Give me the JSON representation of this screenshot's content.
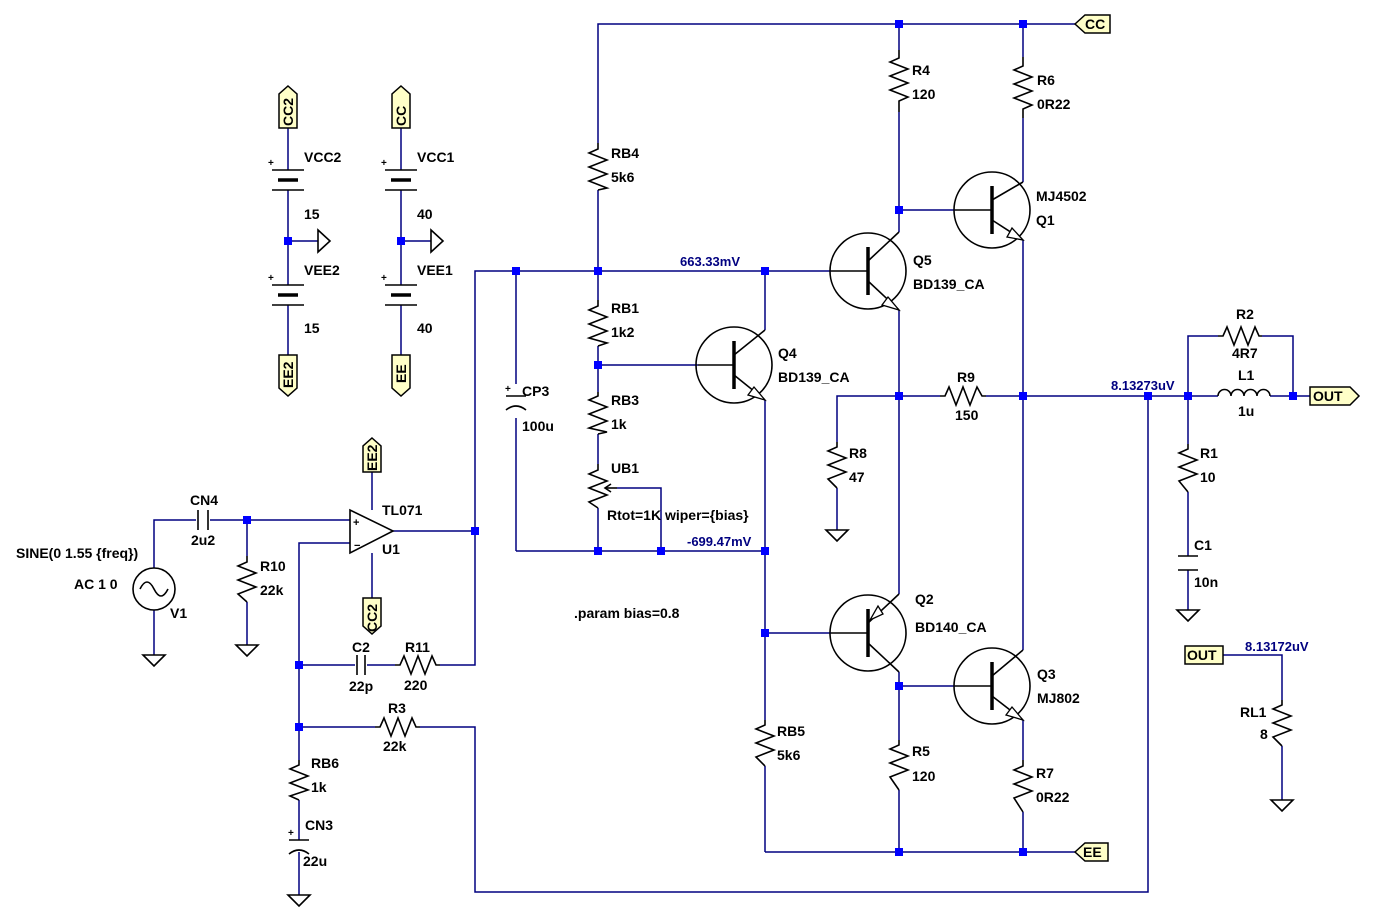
{
  "components": {
    "R4": {
      "name": "R4",
      "value": "120"
    },
    "R6": {
      "name": "R6",
      "value": "0R22"
    },
    "RB4": {
      "name": "RB4",
      "value": "5k6"
    },
    "RB1": {
      "name": "RB1",
      "value": "1k2"
    },
    "RB3": {
      "name": "RB3",
      "value": "1k"
    },
    "UB1": {
      "name": "UB1",
      "value": "Rtot=1K wiper={bias}"
    },
    "CP3": {
      "name": "CP3",
      "value": "100u"
    },
    "Q1": {
      "name": "Q1",
      "model": "MJ4502"
    },
    "Q5": {
      "name": "Q5",
      "model": "BD139_CA"
    },
    "Q4": {
      "name": "Q4",
      "model": "BD139_CA"
    },
    "Q2": {
      "name": "Q2",
      "model": "BD140_CA"
    },
    "Q3": {
      "name": "Q3",
      "model": "MJ802"
    },
    "R2": {
      "name": "R2",
      "value": "4R7"
    },
    "L1": {
      "name": "L1",
      "value": "1u"
    },
    "R9": {
      "name": "R9",
      "value": "150"
    },
    "R8": {
      "name": "R8",
      "value": "47"
    },
    "R1": {
      "name": "R1",
      "value": "10"
    },
    "C1": {
      "name": "C1",
      "value": "10n"
    },
    "RL1": {
      "name": "RL1",
      "value": "8"
    },
    "RB5": {
      "name": "RB5",
      "value": "5k6"
    },
    "R5": {
      "name": "R5",
      "value": "120"
    },
    "R7": {
      "name": "R7",
      "value": "0R22"
    },
    "VCC2": {
      "name": "VCC2",
      "value": "15"
    },
    "VEE2": {
      "name": "VEE2",
      "value": "15"
    },
    "VCC1": {
      "name": "VCC1",
      "value": "40"
    },
    "VEE1": {
      "name": "VEE1",
      "value": "40"
    },
    "CN4": {
      "name": "CN4",
      "value": "2u2"
    },
    "R10": {
      "name": "R10",
      "value": "22k"
    },
    "U1": {
      "name": "U1",
      "model": "TL071"
    },
    "C2": {
      "name": "C2",
      "value": "22p"
    },
    "R11": {
      "name": "R11",
      "value": "220"
    },
    "R3": {
      "name": "R3",
      "value": "22k"
    },
    "RB6": {
      "name": "RB6",
      "value": "1k"
    },
    "CN3": {
      "name": "CN3",
      "value": "22u"
    },
    "V1": {
      "name": "V1",
      "value1": "SINE(0 1.55 {freq})",
      "value2": "AC 1 0"
    }
  },
  "net_flags": {
    "cc_top": "CC",
    "cc2": "CC2",
    "cc": "CC",
    "ee2": "EE2",
    "ee": "EE",
    "opamp_ee2": "EE2",
    "opamp_cc2": "CC2",
    "out_main": "OUT",
    "out_load": "OUT",
    "ee_bottom": "EE"
  },
  "voltages": {
    "bias_top": "663.33mV",
    "bias_bottom": "-699.47mV",
    "out_node": "8.13273uV",
    "load_node": "8.13172uV"
  },
  "directives": {
    "param": ".param bias=0.8"
  },
  "colors": {
    "wire": "#000080",
    "junction": "#0000ff",
    "flag_fill": "#ffffc8",
    "voltage_text": "#000080"
  }
}
